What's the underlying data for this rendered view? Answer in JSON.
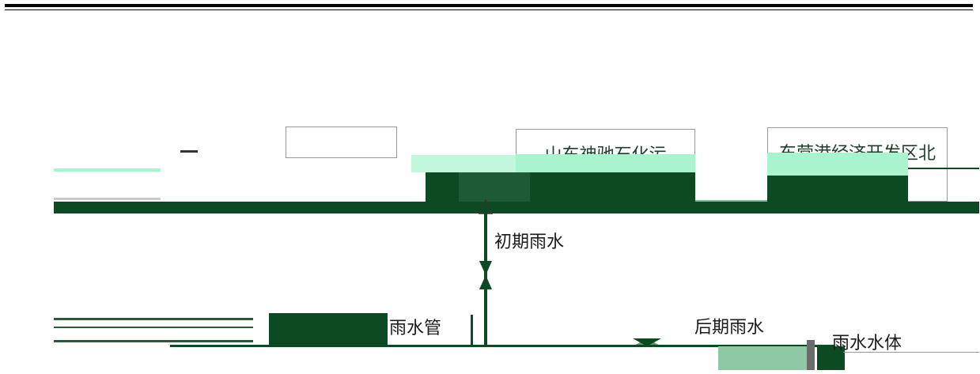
{
  "diagram": {
    "boxes": {
      "left_box_label": "",
      "middle_box_label": "山东神驰石化污",
      "right_box_label": "东营港经济开发区北"
    },
    "flow_label": "初期雨水",
    "bottom_left_label": "雨水管",
    "bottom_mid_label": "后期雨水",
    "bottom_right_label": "雨水水体"
  }
}
